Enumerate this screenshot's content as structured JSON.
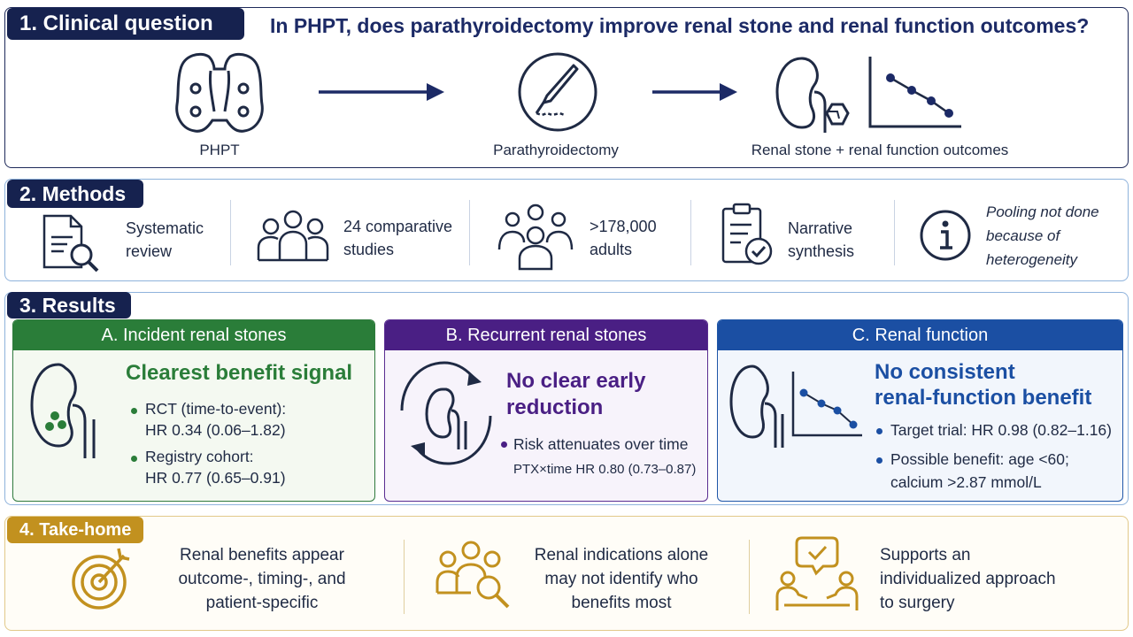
{
  "section1": {
    "tag": "1. Clinical question",
    "question": "In PHPT, does parathyroidectomy improve renal stone and renal function outcomes?",
    "label_phpt": "PHPT",
    "label_ptx": "Parathyroidectomy",
    "label_outcomes": "Renal stone + renal function outcomes"
  },
  "section2": {
    "tag": "2. Methods",
    "items": [
      {
        "line1": "Systematic",
        "line2": "review",
        "icon": "document-search-icon"
      },
      {
        "line1": "24 comparative",
        "line2": "studies",
        "icon": "group-icon"
      },
      {
        "line1": ">178,000",
        "line2": "adults",
        "icon": "crowd-icon"
      },
      {
        "line1": "Narrative",
        "line2": "synthesis",
        "icon": "clipboard-check-icon"
      },
      {
        "line1": "Pooling not done",
        "line2": "because of",
        "line3": "heterogeneity",
        "icon": "info-icon"
      }
    ]
  },
  "section3": {
    "tag": "3. Results",
    "panelA": {
      "title": "A. Incident renal stones",
      "headline": "Clearest benefit signal",
      "b1_line1": "RCT (time-to-event):",
      "b1_line2": "HR 0.34 (0.06–1.82)",
      "b2_line1": "Registry cohort:",
      "b2_line2": "HR 0.77 (0.65–0.91)"
    },
    "panelB": {
      "title": "B. Recurrent renal stones",
      "headline_line1": "No clear early",
      "headline_line2": "reduction",
      "b1": "Risk attenuates over time",
      "b1_sub": "PTX×time HR 0.80 (0.73–0.87)"
    },
    "panelC": {
      "title": "C. Renal function",
      "headline_line1": "No consistent",
      "headline_line2": "renal-function benefit",
      "b1": "Target trial: HR 0.98 (0.82–1.16)",
      "b2_line1": "Possible benefit: age <60;",
      "b2_line2": "calcium >2.87 mmol/L"
    }
  },
  "section4": {
    "tag": "4. Take-home",
    "items": [
      {
        "line1": "Renal benefits appear",
        "line2": "outcome-, timing-, and",
        "line3": "patient-specific",
        "icon": "target-icon"
      },
      {
        "line1": "Renal indications alone",
        "line2": "may not identify who",
        "line3": "benefits most",
        "icon": "people-search-icon"
      },
      {
        "line1": "Supports an",
        "line2": "individualized approach",
        "line3": "to surgery",
        "icon": "consultation-icon"
      }
    ]
  },
  "colors": {
    "navy": "#16224f",
    "green": "#2a7d39",
    "purple": "#4a1f84",
    "blue": "#1b4fa3",
    "gold": "#c2911f"
  }
}
